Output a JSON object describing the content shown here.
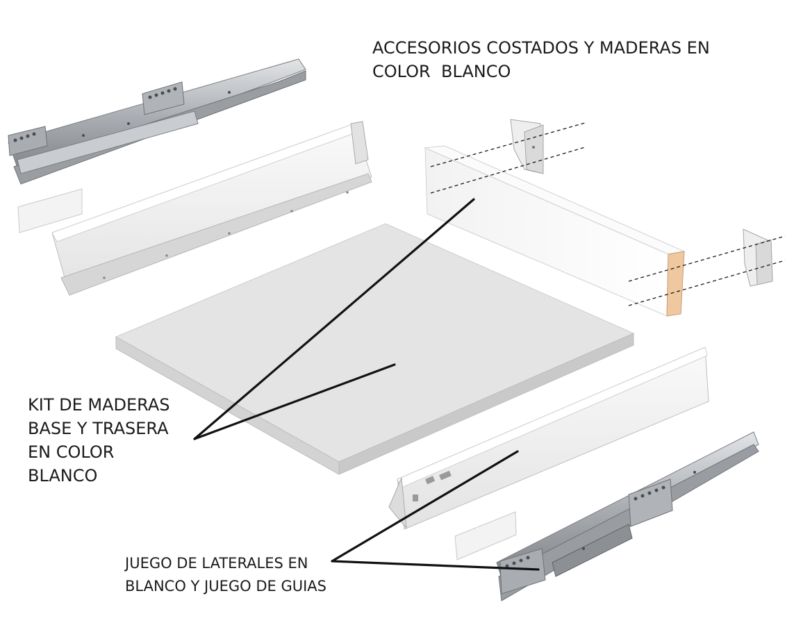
{
  "labels": {
    "accessories": {
      "line1": "ACCESORIOS COSTADOS Y MADERAS EN",
      "line2": "COLOR  BLANCO"
    },
    "kit": {
      "line1": "KIT DE MADERAS",
      "line2": "BASE Y TRASERA",
      "line3": "EN COLOR",
      "line4": "BLANCO"
    },
    "sides": {
      "line1": "JUEGO DE LATERALES EN",
      "line2": "BLANCO Y JUEGO DE GUIAS"
    }
  },
  "colors": {
    "board_white": "#f4f4f4",
    "board_edge": "#d4d4d4",
    "wood_end": "#f0c8a0",
    "steel": "#b9bcc0",
    "leader_line": "#111111"
  }
}
